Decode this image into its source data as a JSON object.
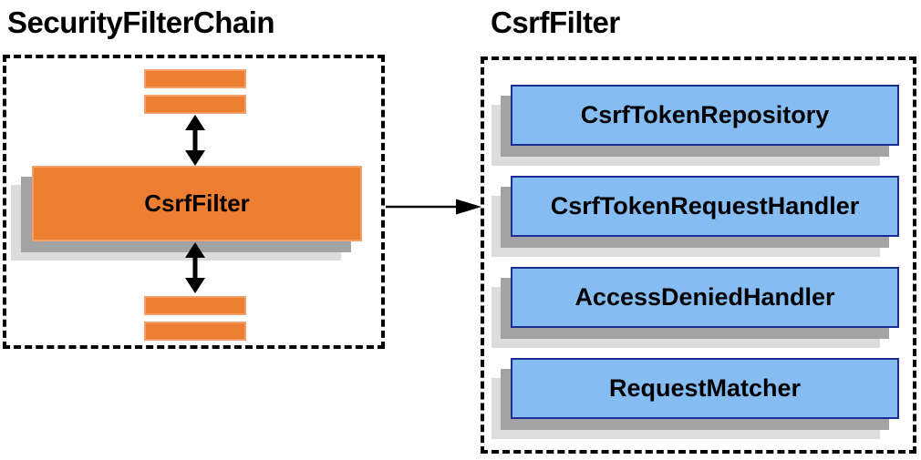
{
  "diagram": {
    "left_group": {
      "title": "SecurityFilterChain",
      "node_label": "CsrfFilter"
    },
    "right_group": {
      "title": "CsrfFilter",
      "components": [
        "CsrfTokenRepository",
        "CsrfTokenRequestHandler",
        "AccessDeniedHandler",
        "RequestMatcher"
      ]
    },
    "colors": {
      "orange-fill": "#ed7d31",
      "orange-border": "#f59e67",
      "blue-fill": "#85bdf3",
      "blue-border": "#1b2d90",
      "shadow-dark": "#a3a3a3",
      "shadow-light": "#dcdcdc",
      "arrow": "#000000",
      "dashed": "#000000",
      "text": "#000000"
    }
  }
}
